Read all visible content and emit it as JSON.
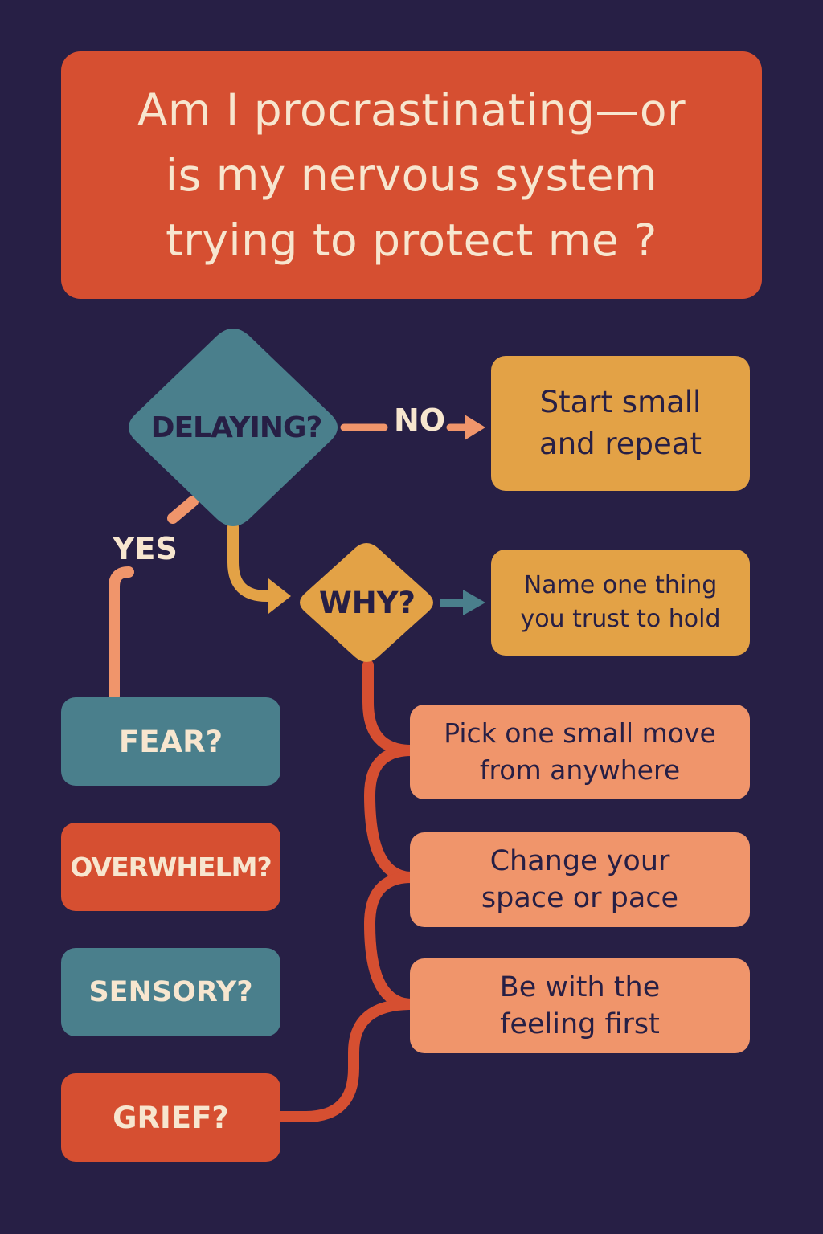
{
  "title": {
    "lines": [
      "Am I procrastinating—or",
      "is my nervous system",
      "trying to protect me ?"
    ]
  },
  "decisions": {
    "delaying": "DELAYING?",
    "why": "WHY?"
  },
  "edges": {
    "no": "NO",
    "yes": "YES"
  },
  "actions": {
    "start_small": "Start small\nand repeat",
    "name_one_thing": "Name one thing\nyou trust to hold",
    "pick_one_move": "Pick one small move\nfrom anywhere",
    "change_space": "Change your\nspace or pace",
    "be_with_feeling": "Be with the\nfeeling first"
  },
  "categories": {
    "fear": "FEAR?",
    "overwhelm": "OVERWHELM?",
    "sensory": "SENSORY?",
    "grief": "GRIEF?"
  },
  "colors": {
    "background": "#271f45",
    "coral_red": "#d64f31",
    "teal": "#4a7f8c",
    "gold": "#e3a246",
    "peach": "#f0956b",
    "cream": "#f7e6cf"
  }
}
